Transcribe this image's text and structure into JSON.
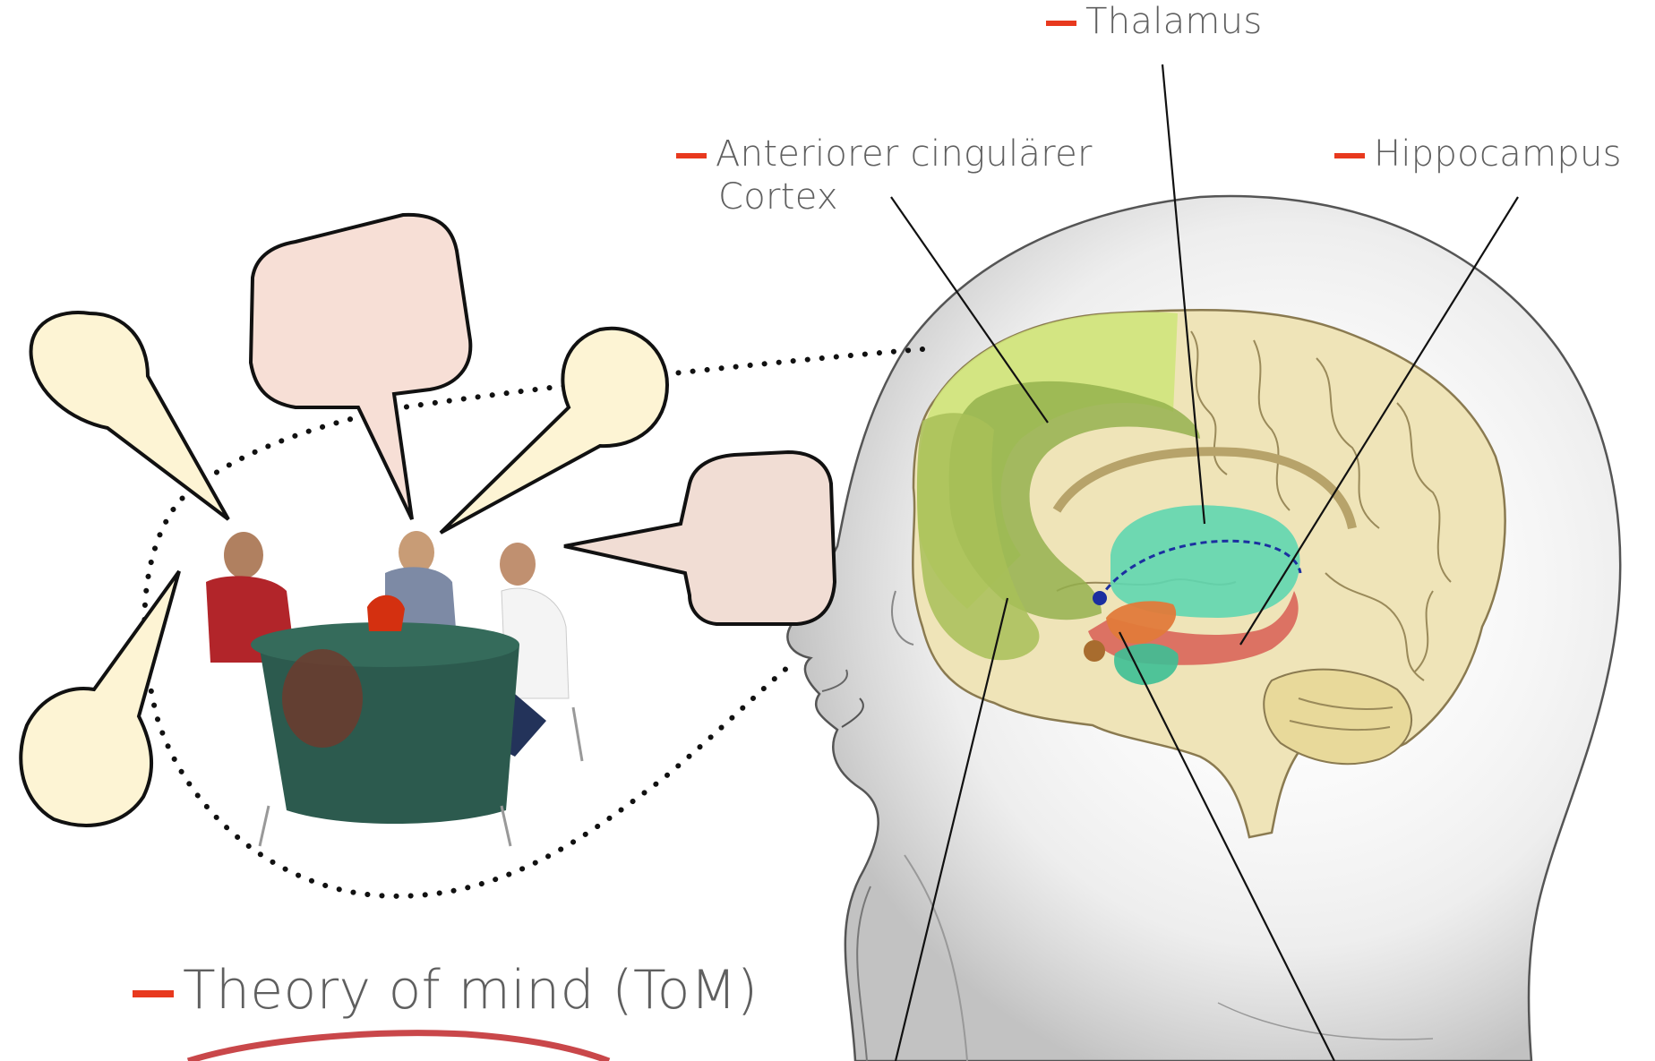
{
  "labels": {
    "thalamus": "Thalamus",
    "acc_line1": "Anteriorer cingulärer",
    "acc_line2": "Cortex",
    "hippocampus": "Hippocampus",
    "tom": "Theory of mind (ToM)"
  },
  "colors": {
    "accent_dash": "#e8391e",
    "label_text": "#5f5f5f",
    "bubble_yellow": "#fdf4d4",
    "bubble_pink": "#f7dfd6",
    "prefrontal_green": "#cfe57a",
    "cingulate_green": "#93b04c",
    "thalamus_teal": "#5fd6b0",
    "hippocampus_red": "#d9655a",
    "amygdala_orange": "#e07a3a",
    "brain_beige": "#efe4b8"
  },
  "icons": [
    "speech-bubble",
    "dinner-table-people-photo",
    "head-sketch",
    "brain-illustration"
  ]
}
